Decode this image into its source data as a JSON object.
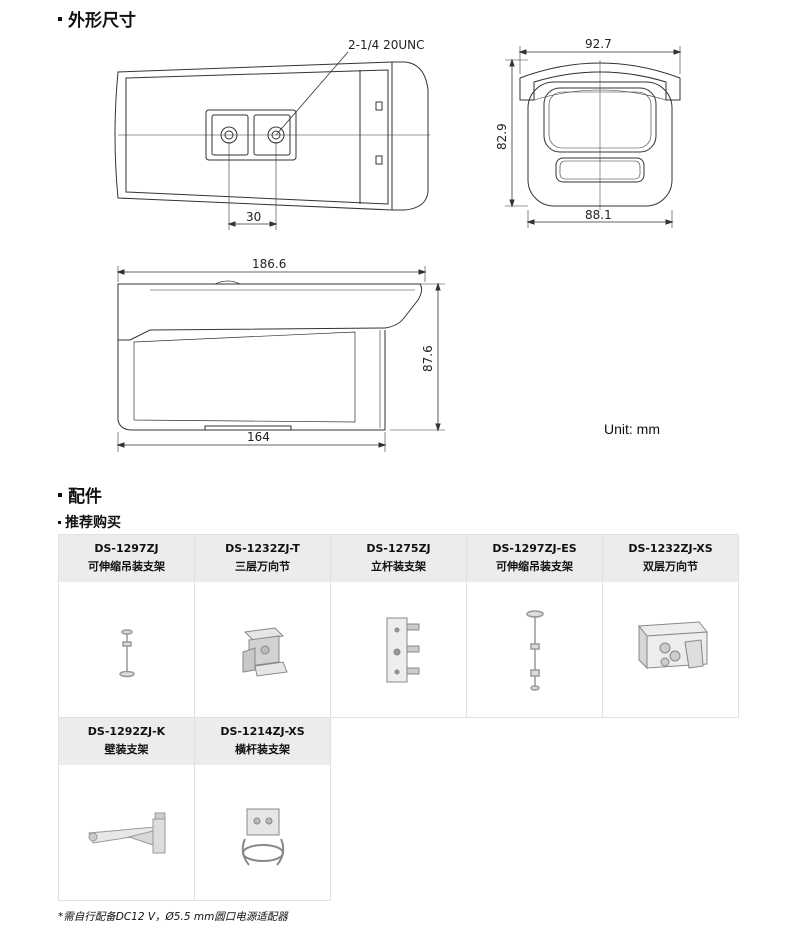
{
  "sections": {
    "dimensions_title": "外形尺寸",
    "accessories_title": "配件",
    "recommended_title": "推荐购买"
  },
  "drawing": {
    "thread_label": "2-1/4 20UNC",
    "dim_30": "30",
    "dim_92_7": "92.7",
    "dim_82_9": "82.9",
    "dim_88_1": "88.1",
    "dim_186_6": "186.6",
    "dim_164": "164",
    "dim_87_6": "87.6",
    "unit_label": "Unit: mm"
  },
  "accessories": [
    {
      "model": "DS-1297ZJ",
      "name": "可伸缩吊装支架",
      "icon": "telescopic-pendant-bracket-icon"
    },
    {
      "model": "DS-1232ZJ-T",
      "name": "三层万向节",
      "icon": "three-layer-universal-joint-icon"
    },
    {
      "model": "DS-1275ZJ",
      "name": "立杆装支架",
      "icon": "pole-mount-bracket-icon"
    },
    {
      "model": "DS-1297ZJ-ES",
      "name": "可伸缩吊装支架",
      "icon": "telescopic-pendant-bracket-icon"
    },
    {
      "model": "DS-1232ZJ-XS",
      "name": "双层万向节",
      "icon": "double-layer-universal-joint-icon"
    },
    {
      "model": "DS-1292ZJ-K",
      "name": "壁装支架",
      "icon": "wall-mount-bracket-icon"
    },
    {
      "model": "DS-1214ZJ-XS",
      "name": "横杆装支架",
      "icon": "horizontal-pole-bracket-icon"
    }
  ],
  "note": "*需自行配备DC12 V，Ø5.5 mm圆口电源适配器",
  "colors": {
    "header_bg": "#ececec",
    "border": "#e1e1e1",
    "line": "#333333"
  }
}
